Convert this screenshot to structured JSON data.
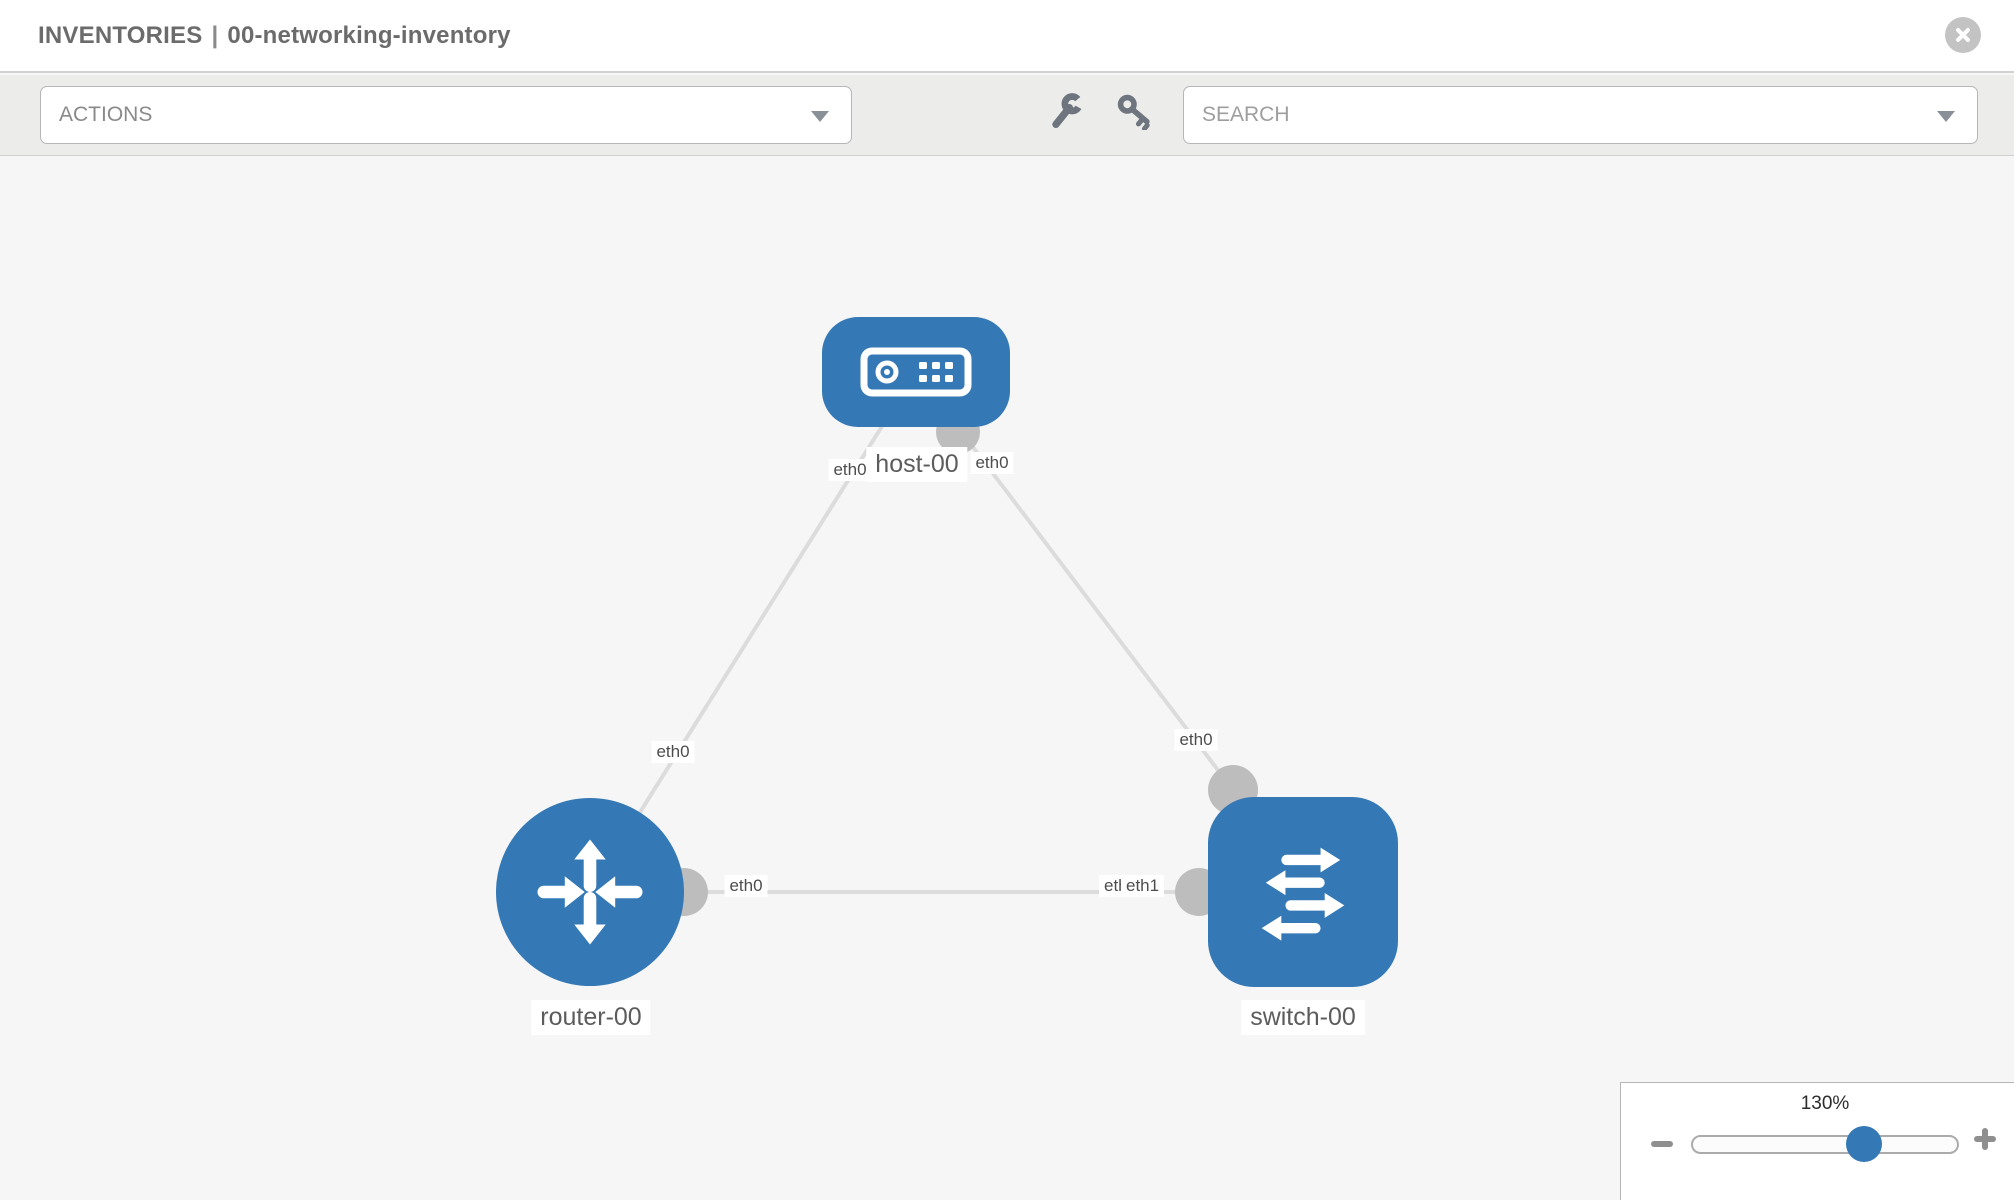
{
  "header": {
    "context": "INVENTORIES",
    "separator": "|",
    "inventory_name": "00-networking-inventory"
  },
  "toolbar": {
    "actions_label": "ACTIONS",
    "search_placeholder": "SEARCH",
    "icons": [
      "wrench-icon",
      "key-icon"
    ]
  },
  "topology": {
    "nodes": [
      {
        "label": "host-00",
        "type": "host"
      },
      {
        "label": "router-00",
        "type": "router"
      },
      {
        "label": "switch-00",
        "type": "switch"
      }
    ],
    "links": [
      {
        "from": "host-00",
        "to": "router-00",
        "from_interface": "eth0",
        "to_interface": "eth0"
      },
      {
        "from": "host-00",
        "to": "switch-00",
        "from_interface": "eth0",
        "to_interface": "eth0"
      },
      {
        "from": "router-00",
        "to": "switch-00",
        "from_interface": "eth0",
        "to_interface": "eth1",
        "to_interface_label_behind": "eth0"
      }
    ]
  },
  "zoom_control": {
    "level": "130%"
  },
  "colors": {
    "node_blue": "#3478b6",
    "link_gray": "#dcdcdc",
    "interface_dot_gray": "#bdbdbd",
    "toolbar_bg": "#ececeb",
    "canvas_bg": "#f6f6f6"
  }
}
